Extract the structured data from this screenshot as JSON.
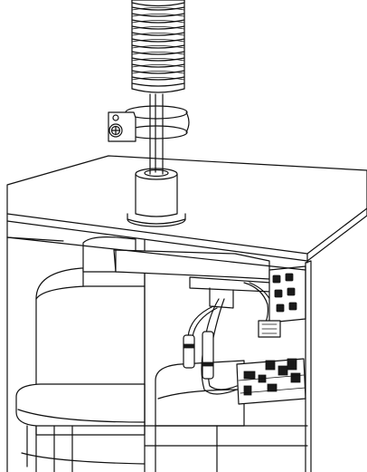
{
  "figure": {
    "kind": "technical line illustration",
    "style": "black line art on white",
    "components": [
      "coiled-probe",
      "ring-clamp",
      "mounting-screw",
      "sleeve",
      "top-cover",
      "cylindrical-tank",
      "bracket",
      "wire-harness",
      "terminal-block",
      "circuit-board"
    ],
    "colors": {
      "line": "#111111",
      "background": "#ffffff",
      "fill_dark": "#1a1a1a"
    }
  }
}
